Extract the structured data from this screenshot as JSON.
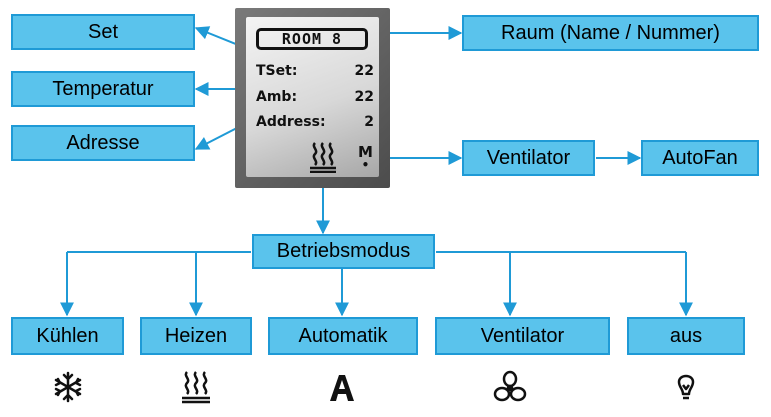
{
  "device": {
    "room": "ROOM 8",
    "rows": [
      {
        "label": "TSet:",
        "value": "22"
      },
      {
        "label": "Amb:",
        "value": "22"
      },
      {
        "label": "Address:",
        "value": "2"
      }
    ],
    "fan_mark": "M",
    "fan_dot": "•",
    "icons": [
      "heat-waves-icon",
      "fan-indicator-icon"
    ]
  },
  "labels": {
    "set": "Set",
    "temperatur": "Temperatur",
    "adresse": "Adresse",
    "raum": "Raum (Name / Nummer)",
    "ventilator_top": "Ventilator",
    "autofan": "AutoFan",
    "betriebsmodus": "Betriebsmodus"
  },
  "modes": [
    {
      "label": "Kühlen",
      "icon": "snowflake-icon"
    },
    {
      "label": "Heizen",
      "icon": "heat-waves-icon"
    },
    {
      "label": "Automatik",
      "icon": "automatic-a-icon"
    },
    {
      "label": "Ventilator",
      "icon": "fan-icon"
    },
    {
      "label": "aus",
      "icon": "light-bulb-icon"
    }
  ],
  "colors": {
    "box_fill": "#5ac3ec",
    "box_border": "#1f9ad6",
    "wire": "#1f9ad6"
  }
}
